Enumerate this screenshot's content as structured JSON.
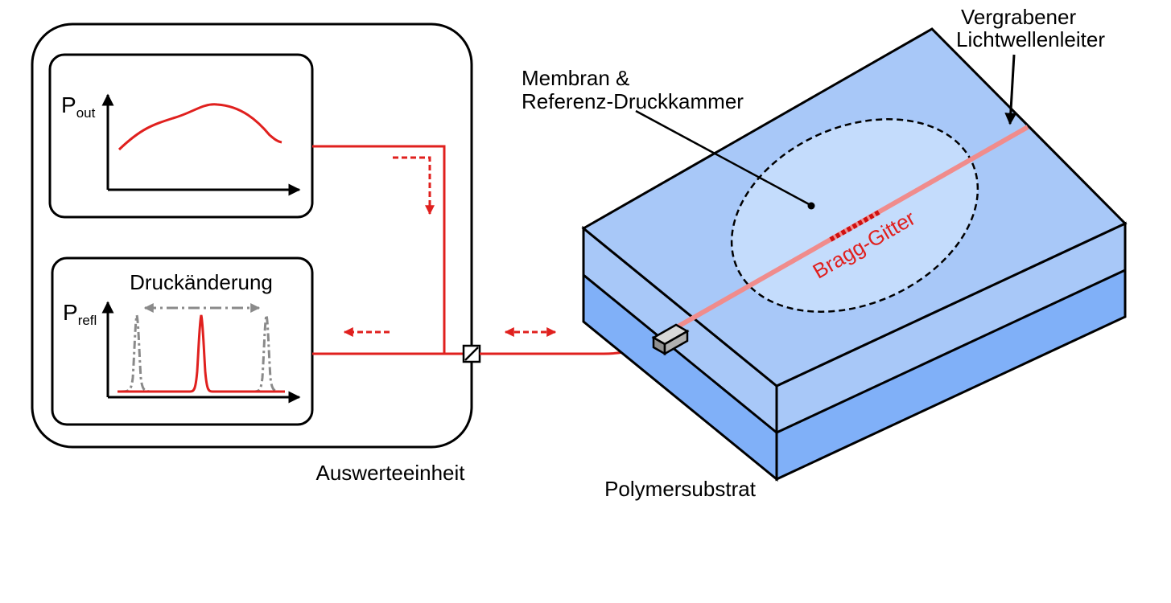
{
  "labels": {
    "evaluation_unit": "Auswerteeinheit",
    "substrate": "Polymersubstrat",
    "membrane_line1": "Membran &",
    "membrane_line2": "Referenz-Druckkammer",
    "fiber_line1": "Vergrabener",
    "fiber_line2": "Lichtwellenleiter",
    "grating": "Bragg-Gitter",
    "pressure_change": "Druckänderung"
  },
  "plot_top": {
    "y_label_main": "P",
    "y_label_sub": "out"
  },
  "plot_bottom": {
    "y_label_main": "P",
    "y_label_sub": "refl"
  },
  "colors": {
    "signal": "#e0201e",
    "fiber": "#f08c8c",
    "substrate_top": "#a8c8f8",
    "substrate_side": "#80b0f8",
    "membrane_area": "#c4dcfc",
    "connector": "#b0b0b0",
    "reference_peaks": "#8a8a8a"
  }
}
